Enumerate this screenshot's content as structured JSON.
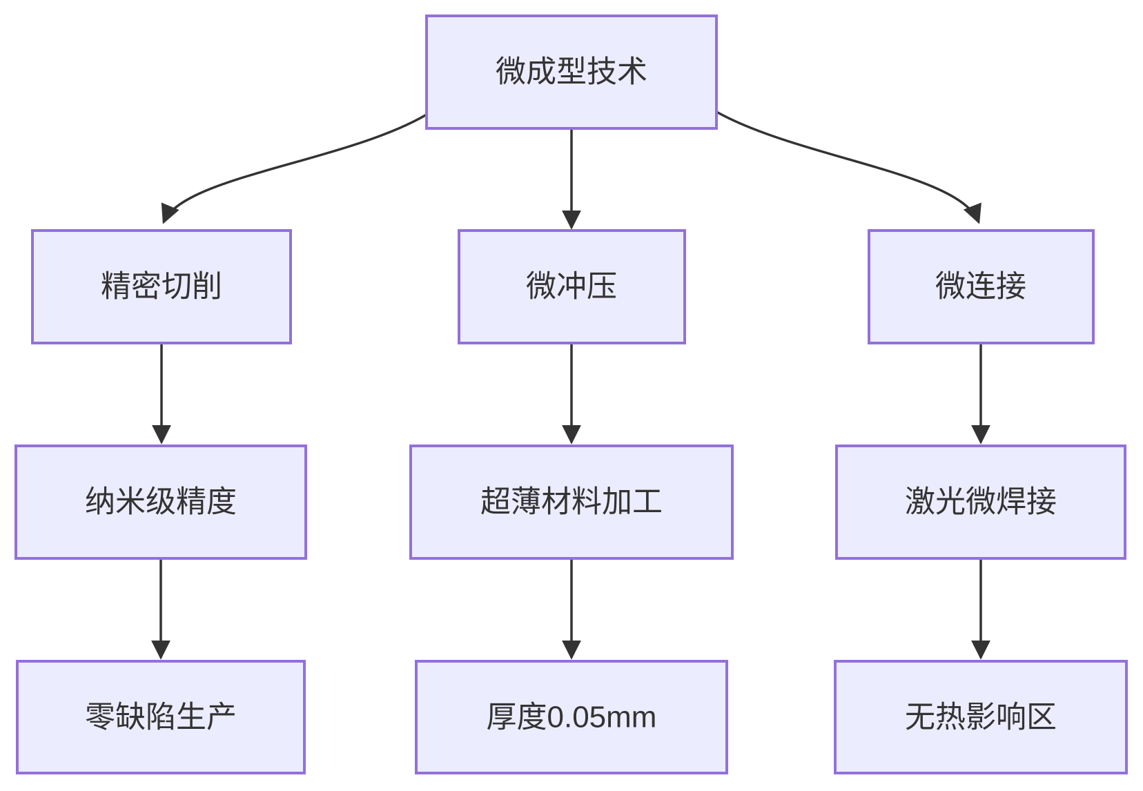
{
  "diagram": {
    "type": "flowchart",
    "direction": "top-to-bottom",
    "colors": {
      "node_fill": "#ECECFF",
      "node_border": "#9370DB",
      "edge_line": "#333333",
      "text": "#333333",
      "background": "#FFFFFF"
    },
    "nodes": {
      "root": {
        "label": "微成型技术"
      },
      "cutting": {
        "label": "精密切削"
      },
      "stamping": {
        "label": "微冲压"
      },
      "joining": {
        "label": "微连接"
      },
      "nano_precision": {
        "label": "纳米级精度"
      },
      "ultrathin": {
        "label": "超薄材料加工"
      },
      "laser_welding": {
        "label": "激光微焊接"
      },
      "zero_defect": {
        "label": "零缺陷生产"
      },
      "thickness": {
        "label": "厚度0.05mm"
      },
      "no_haz": {
        "label": "无热影响区"
      }
    },
    "edges": [
      {
        "from": "微成型技术",
        "to": "精密切削"
      },
      {
        "from": "微成型技术",
        "to": "微冲压"
      },
      {
        "from": "微成型技术",
        "to": "微连接"
      },
      {
        "from": "精密切削",
        "to": "纳米级精度"
      },
      {
        "from": "微冲压",
        "to": "超薄材料加工"
      },
      {
        "from": "微连接",
        "to": "激光微焊接"
      },
      {
        "from": "纳米级精度",
        "to": "零缺陷生产"
      },
      {
        "from": "超薄材料加工",
        "to": "厚度0.05mm"
      },
      {
        "from": "激光微焊接",
        "to": "无热影响区"
      }
    ]
  }
}
